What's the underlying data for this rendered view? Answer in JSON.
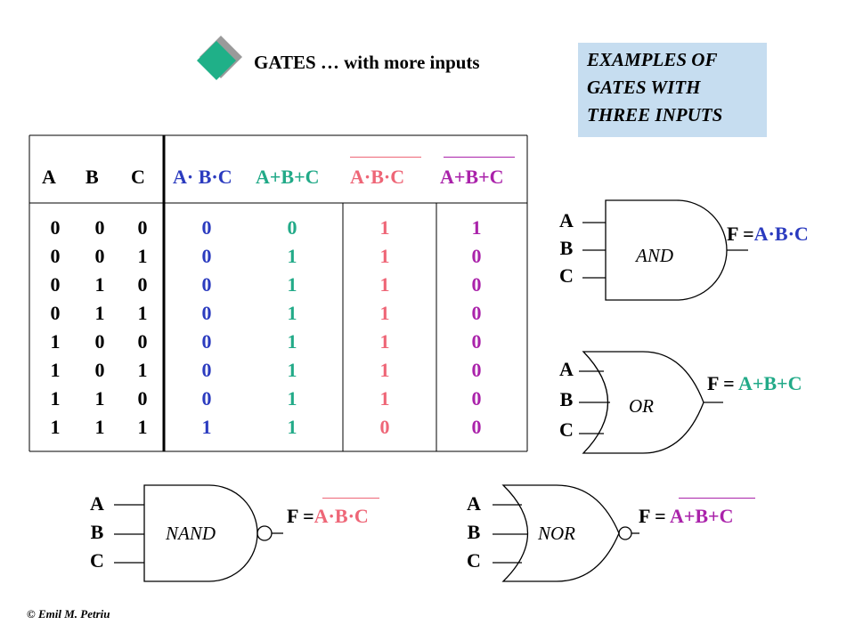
{
  "title": "GATES … with more inputs",
  "examples": [
    "EXAMPLES OF",
    "GATES WITH",
    "THREE INPUTS"
  ],
  "colors": {
    "and": "#2b3bbf",
    "or": "#22aa88",
    "nand": "#ee6677",
    "nor": "#aa22aa",
    "examples_bg": "#c6ddf0",
    "bullet": "#1fb088"
  },
  "truth_table": {
    "headers": {
      "a": "A",
      "b": "B",
      "c": "C",
      "and": "A· B·C",
      "or": "A+B+C",
      "nand": "A·B·C",
      "nor": "A+B+C"
    },
    "a": [
      "0",
      "0",
      "0",
      "0",
      "1",
      "1",
      "1",
      "1"
    ],
    "b": [
      "0",
      "0",
      "1",
      "1",
      "0",
      "0",
      "1",
      "1"
    ],
    "c": [
      "0",
      "1",
      "0",
      "1",
      "0",
      "1",
      "0",
      "1"
    ],
    "and": [
      "0",
      "0",
      "0",
      "0",
      "0",
      "0",
      "0",
      "1"
    ],
    "or": [
      "0",
      "1",
      "1",
      "1",
      "1",
      "1",
      "1",
      "1"
    ],
    "nand": [
      "1",
      "1",
      "1",
      "1",
      "1",
      "1",
      "1",
      "0"
    ],
    "nor": [
      "1",
      "0",
      "0",
      "0",
      "0",
      "0",
      "0",
      "0"
    ]
  },
  "gates": {
    "and": {
      "name": "AND",
      "inputs": [
        "A",
        "B",
        "C"
      ],
      "formula_prefix": "F =",
      "formula_expr": "A·B·C"
    },
    "or": {
      "name": "OR",
      "inputs": [
        "A",
        "B",
        "C"
      ],
      "formula_prefix": "F = ",
      "formula_expr": "A+B+C"
    },
    "nand": {
      "name": "NAND",
      "inputs": [
        "A",
        "B",
        "C"
      ],
      "formula_prefix": "F =",
      "formula_expr": "A·B·C"
    },
    "nor": {
      "name": "NOR",
      "inputs": [
        "A",
        "B",
        "C"
      ],
      "formula_prefix": "F = ",
      "formula_expr": "A+B+C"
    }
  },
  "copyright": "© Emil M. Petriu"
}
